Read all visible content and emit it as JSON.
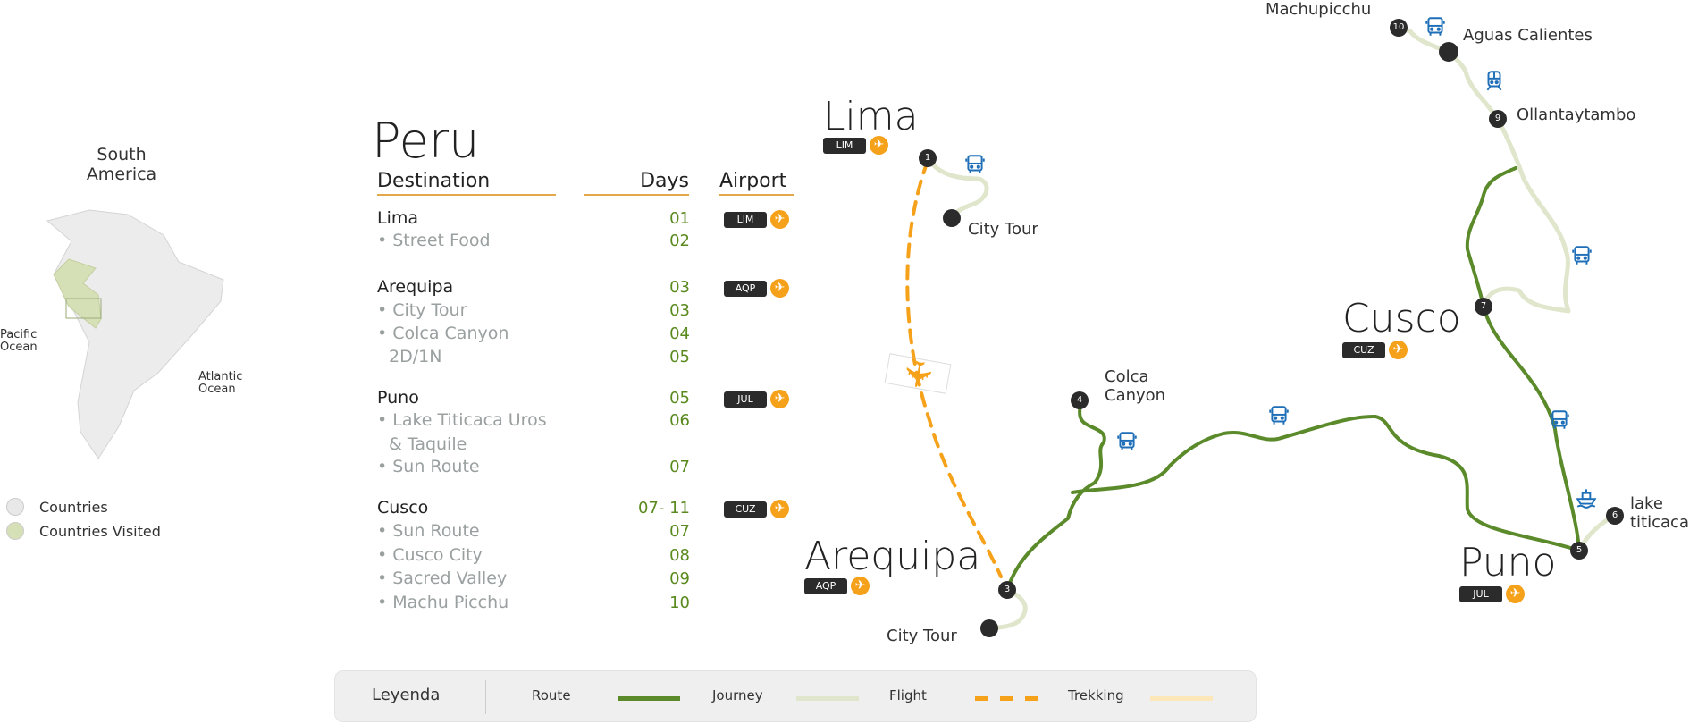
{
  "overview": {
    "title": "South America",
    "pacific": "Pacific Ocean",
    "atlantic": "Atlantic Ocean",
    "legend": [
      {
        "label": "Countries",
        "color": "#e8e8e8"
      },
      {
        "label": "Countries Visited",
        "color": "#d6e0b6"
      }
    ]
  },
  "itinerary": {
    "title": "Peru",
    "headers": {
      "destination": "Destination",
      "days": "Days",
      "airport": "Airport"
    },
    "rows": [
      {
        "text": "Lima",
        "type": "main",
        "day": "01",
        "airport": "LIM"
      },
      {
        "text": "• Street Food",
        "type": "sub",
        "day": "02"
      },
      {
        "text": "Arequipa",
        "type": "main",
        "day": "03",
        "airport": "AQP"
      },
      {
        "text": "• City Tour",
        "type": "sub",
        "day": "03"
      },
      {
        "text": "• Colca Canyon",
        "type": "sub",
        "day": "04"
      },
      {
        "text": "2D/1N",
        "type": "sub",
        "day": "05"
      },
      {
        "text": "Puno",
        "type": "main",
        "day": "05",
        "airport": "JUL"
      },
      {
        "text": "• Lake Titicaca Uros",
        "type": "sub",
        "day": "06"
      },
      {
        "text": "& Taquile",
        "type": "sub",
        "day": ""
      },
      {
        "text": "• Sun Route",
        "type": "sub",
        "day": "07"
      },
      {
        "text": "Cusco",
        "type": "main",
        "day": "07- 11",
        "airport": "CUZ"
      },
      {
        "text": "• Sun Route",
        "type": "sub",
        "day": "07"
      },
      {
        "text": "• Cusco City",
        "type": "sub",
        "day": "08"
      },
      {
        "text": "• Sacred Valley",
        "type": "sub",
        "day": "09"
      },
      {
        "text": "• Machu Picchu",
        "type": "sub",
        "day": "10"
      }
    ]
  },
  "map": {
    "cities": {
      "lima": {
        "name": "Lima",
        "code": "LIM"
      },
      "arequipa": {
        "name": "Arequipa",
        "code": "AQP"
      },
      "puno": {
        "name": "Puno",
        "code": "JUL"
      },
      "cusco": {
        "name": "Cusco",
        "code": "CUZ"
      }
    },
    "labels": {
      "lima_tour": "City Tour",
      "arequipa_tour": "City Tour",
      "colca": "Colca Canyon",
      "titicaca": "lake titicaca",
      "ollanta": "Ollantaytambo",
      "aguas": "Aguas Calientes",
      "machu": "Machupicchu"
    },
    "nodes": {
      "n1": "1",
      "n3": "3",
      "n4": "4",
      "n5": "5",
      "n6": "6",
      "n7": "7",
      "n9": "9",
      "n10": "10"
    }
  },
  "legend": {
    "title": "Leyenda",
    "items": [
      {
        "label": "Route",
        "color": "#5a8a2a"
      },
      {
        "label": "Journey",
        "color": "#dfe6cb"
      },
      {
        "label": "Flight",
        "color": "#f5a11a"
      },
      {
        "label": "Trekking",
        "color": "#fde6b8"
      }
    ]
  },
  "colors": {
    "route": "#5a8a2a",
    "journey": "#dfe6cb",
    "flight": "#f5a11a",
    "bus": "#1f6fb8"
  }
}
